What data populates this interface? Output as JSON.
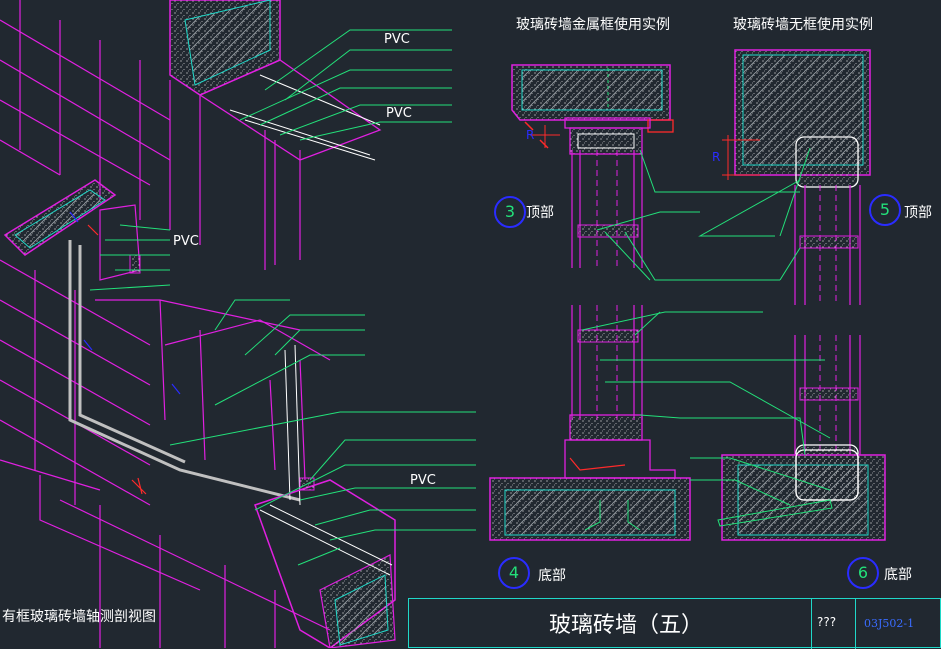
{
  "drawing": {
    "title": "玻璃砖墙（五）",
    "axonometric_caption": "有框玻璃砖墙轴测剖视图",
    "metal_frame_heading": "玻璃砖墙金属框使用实例",
    "frameless_heading": "玻璃砖墙无框使用实例",
    "pvc_labels": [
      "PVC",
      "PVC",
      "PVC",
      "PVC"
    ],
    "dim_labels": [
      "R",
      "R"
    ]
  },
  "details": [
    {
      "number": "3",
      "label": "顶部"
    },
    {
      "number": "4",
      "label": "底部"
    },
    {
      "number": "5",
      "label": "顶部"
    },
    {
      "number": "6",
      "label": "底部"
    }
  ],
  "title_block": {
    "title": "玻璃砖墙（五）",
    "placeholder": "???",
    "code": "03J502-1"
  },
  "colors": {
    "background": "#212830",
    "outline": "#e020e0",
    "leader": "#23e07a",
    "concrete": "#d8d8d8",
    "cyan": "#20d8c8",
    "red": "#ff2a2a",
    "blue": "#2a2cff"
  }
}
